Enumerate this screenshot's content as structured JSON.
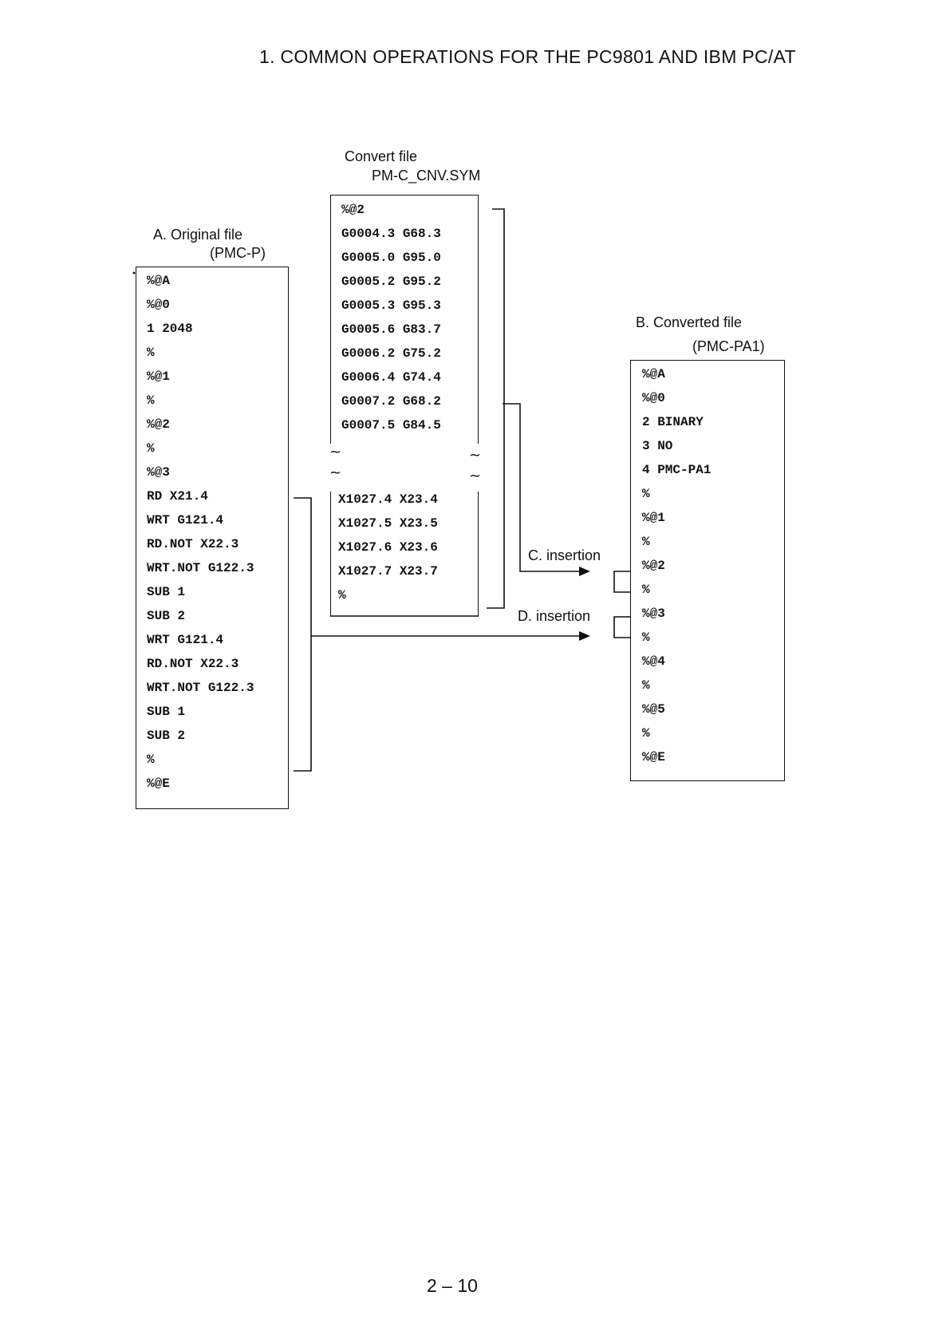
{
  "header": {
    "title": "1.  COMMON OPERATIONS FOR THE PC9801 AND IBM PC/AT"
  },
  "convert_file": {
    "label": "Convert file",
    "name": "PM-C_CNV.SYM",
    "lines_top": [
      "%@2",
      "G0004.3 G68.3",
      "G0005.0 G95.0",
      "G0005.2 G95.2",
      "G0005.3 G95.3",
      "G0005.6 G83.7",
      "G0006.2 G75.2",
      "G0006.4 G74.4",
      "G0007.2 G68.2",
      "G0007.5 G84.5"
    ],
    "lines_bottom": [
      "X1027.4 X23.4",
      "X1027.5 X23.5",
      "X1027.6 X23.6",
      "X1027.7 X23.7",
      "%"
    ],
    "tilde": "~"
  },
  "original_file": {
    "label": "A. Original file",
    "sub": "(PMC-P)",
    "lines": [
      "%@A",
      "%@0",
      "1 2048",
      "%",
      "%@1",
      "%",
      "%@2",
      "%",
      "%@3",
      "RD X21.4",
      "WRT G121.4",
      "RD.NOT X22.3",
      "WRT.NOT G122.3",
      "SUB 1",
      "SUB 2",
      "WRT G121.4",
      "RD.NOT X22.3",
      "WRT.NOT G122.3",
      "SUB 1",
      "SUB 2",
      "%",
      "%@E"
    ]
  },
  "converted_file": {
    "label": "B. Converted file",
    "sub": "(PMC-PA1)",
    "lines": [
      "%@A",
      "%@0",
      "2 BINARY",
      "3 NO",
      "4 PMC-PA1",
      "%",
      "%@1",
      "%",
      "%@2",
      "%",
      "%@3",
      "%",
      "%@4",
      "%",
      "%@5",
      "%",
      "%@E"
    ]
  },
  "arrows": {
    "c_label": "C. insertion",
    "d_label": "D. insertion"
  },
  "footer": {
    "page_number": "2 – 10"
  }
}
